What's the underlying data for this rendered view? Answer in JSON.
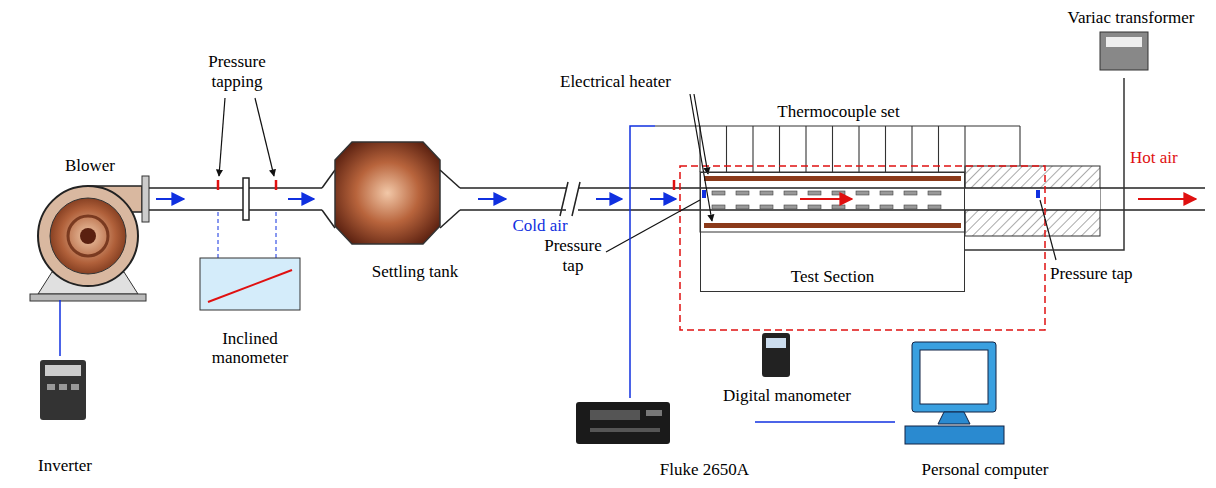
{
  "diagram": {
    "nodes": [
      {
        "text": [
          "Blower"
        ]
      },
      {
        "text": [
          "Inverter"
        ]
      },
      {
        "text": [
          "Inclined manometer"
        ]
      },
      {
        "text": [
          "Settling tank"
        ]
      },
      {
        "text": [
          "Thermocouple set"
        ]
      },
      {
        "text": [
          "Test Section"
        ]
      },
      {
        "text": [
          "Variac transformer"
        ]
      },
      {
        "text": [
          "Digital manometer"
        ]
      },
      {
        "text": [
          "Fluke 2650A"
        ]
      },
      {
        "text": [
          "Personal computer"
        ]
      }
    ],
    "edges": [
      {
        "from": 1,
        "to": 0,
        "arrow": "none"
      },
      {
        "from": 4,
        "to": 8,
        "arrow": "none"
      },
      {
        "from": 8,
        "to": 9,
        "arrow": "none"
      },
      {
        "from": 6,
        "to": 5,
        "arrow": "none"
      }
    ],
    "labels": [
      "Pressure tapping",
      "Cold air",
      "Electrical heater",
      "Pressure tap",
      "Pressure tap",
      "Hot air"
    ]
  }
}
